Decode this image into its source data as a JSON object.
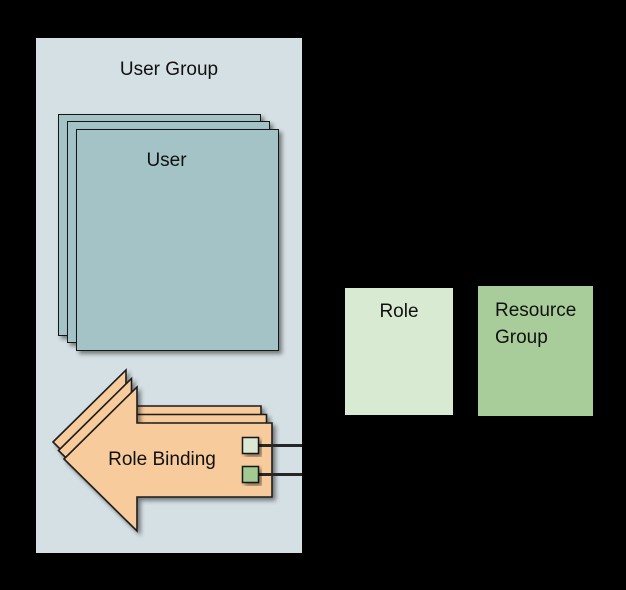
{
  "canvas": {
    "background": "#000000",
    "text_color": "#111111"
  },
  "user_group": {
    "label": "User Group",
    "fill": "#d5e0e4",
    "users": {
      "label": "User",
      "fill": "#a4c3c7",
      "stack_count": 3,
      "border": "#161616"
    },
    "role_binding": {
      "label": "Role Binding",
      "fill": "#f7cb9c",
      "stack_count": 3,
      "border": "#1b1b1b"
    },
    "connectors": [
      {
        "name": "role-port",
        "fill": "#dbe9d4",
        "line_color": "#262626"
      },
      {
        "name": "resource-group-port",
        "fill": "#a2ca90",
        "line_color": "#262626"
      }
    ]
  },
  "role": {
    "label": "Role",
    "fill": "#d9ead3"
  },
  "resource_group": {
    "label": "Resource Group",
    "fill": "#a9cd9a"
  }
}
